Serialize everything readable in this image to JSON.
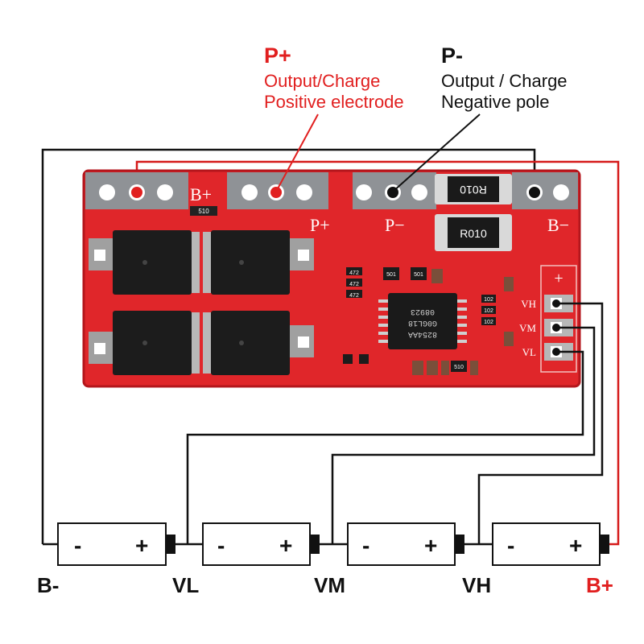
{
  "callouts": {
    "p_plus": {
      "title": "P+",
      "line1": "Output/Charge",
      "line2": "Positive electrode"
    },
    "p_minus": {
      "title": "P-",
      "line1": "Output / Charge",
      "line2": "Negative pole"
    }
  },
  "board": {
    "pad_labels": {
      "b_plus": "B+",
      "p_plus": "P+",
      "p_minus": "P−",
      "b_minus": "B−"
    },
    "balance_labels": {
      "plus": "+",
      "vh": "VH",
      "vm": "VM",
      "vl": "VL"
    },
    "shunt_resistors": [
      "R010",
      "R010"
    ],
    "ic_marking": [
      "8254AA",
      "G0GL18",
      "08923"
    ],
    "smd_codes": [
      "510",
      "472",
      "472",
      "472",
      "501",
      "501",
      "102",
      "102",
      "102",
      "510"
    ]
  },
  "cells": [
    {
      "neg": "-",
      "pos": "+"
    },
    {
      "neg": "-",
      "pos": "+"
    },
    {
      "neg": "-",
      "pos": "+"
    },
    {
      "neg": "-",
      "pos": "+"
    }
  ],
  "nodes": {
    "b_minus": "B-",
    "vl": "VL",
    "vm": "VM",
    "vh": "VH",
    "b_plus": "B+"
  },
  "colors": {
    "pcb": "#e0262a",
    "pcb_dark": "#b4161c",
    "pad": "#8f9296",
    "accent_red": "#e11f1f",
    "wire": "#111111"
  }
}
